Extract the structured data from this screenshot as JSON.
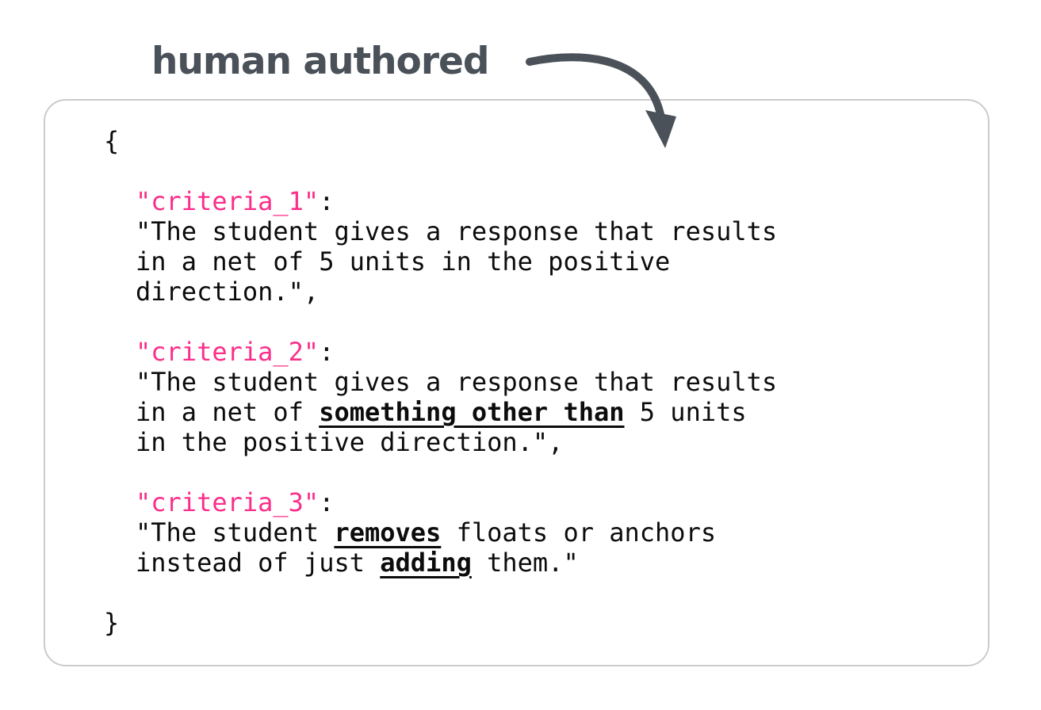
{
  "header": {
    "title": "human authored"
  },
  "colors": {
    "accent_pink": "#fb2e8a",
    "title_gray": "#4a5159",
    "box_border": "#cbcbcb",
    "code_text": "#0c0c0c"
  },
  "code": {
    "brace_open": "{",
    "brace_close": "}",
    "entries": [
      {
        "key": "\"criteria_1\"",
        "colon": ":",
        "lines": [
          {
            "pre": "\"The student gives a response that results"
          },
          {
            "pre": "in a net of 5 units in the positive"
          },
          {
            "pre": "direction.\","
          }
        ]
      },
      {
        "key": "\"criteria_2\"",
        "colon": ":",
        "lines": [
          {
            "pre": "\"The student gives a response that results"
          },
          {
            "pre": "in a net of ",
            "emph": "something other than",
            "post": " 5 units"
          },
          {
            "pre": "in the positive direction.\","
          }
        ]
      },
      {
        "key": "\"criteria_3\"",
        "colon": ":",
        "lines": [
          {
            "pre": "\"The student ",
            "emph": "removes",
            "post": " floats or anchors"
          },
          {
            "pre": "instead of just ",
            "emph": "adding",
            "post": " them.\""
          }
        ]
      }
    ]
  }
}
